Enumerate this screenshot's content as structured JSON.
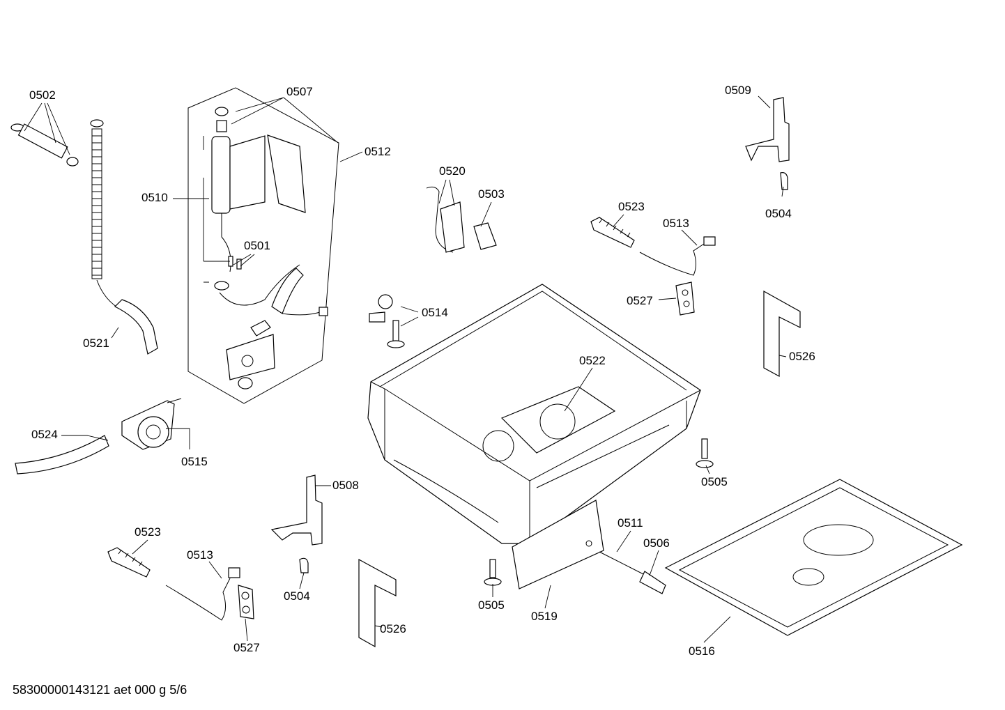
{
  "footer": {
    "text": "58300000143121 aet 000 g 5/6"
  },
  "labels": [
    {
      "id": "0502a",
      "text": "0502"
    },
    {
      "id": "0507",
      "text": "0507"
    },
    {
      "id": "0512",
      "text": "0512"
    },
    {
      "id": "0510",
      "text": "0510"
    },
    {
      "id": "0501",
      "text": "0501"
    },
    {
      "id": "0521",
      "text": "0521"
    },
    {
      "id": "0520",
      "text": "0520"
    },
    {
      "id": "0503",
      "text": "0503"
    },
    {
      "id": "0523a",
      "text": "0523"
    },
    {
      "id": "0513a",
      "text": "0513"
    },
    {
      "id": "0509",
      "text": "0509"
    },
    {
      "id": "0504a",
      "text": "0504"
    },
    {
      "id": "0527a",
      "text": "0527"
    },
    {
      "id": "0514",
      "text": "0514"
    },
    {
      "id": "0526a",
      "text": "0526"
    },
    {
      "id": "0522",
      "text": "0522"
    },
    {
      "id": "0524",
      "text": "0524"
    },
    {
      "id": "0515",
      "text": "0515"
    },
    {
      "id": "0508",
      "text": "0508"
    },
    {
      "id": "0505a",
      "text": "0505"
    },
    {
      "id": "0511",
      "text": "0511"
    },
    {
      "id": "0506",
      "text": "0506"
    },
    {
      "id": "0523b",
      "text": "0523"
    },
    {
      "id": "0513b",
      "text": "0513"
    },
    {
      "id": "0504b",
      "text": "0504"
    },
    {
      "id": "0527b",
      "text": "0527"
    },
    {
      "id": "0526b",
      "text": "0526"
    },
    {
      "id": "0505b",
      "text": "0505"
    },
    {
      "id": "0519",
      "text": "0519"
    },
    {
      "id": "0516",
      "text": "0516"
    }
  ]
}
